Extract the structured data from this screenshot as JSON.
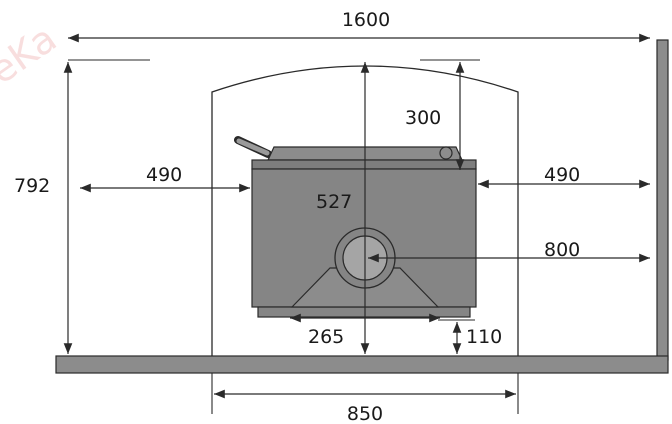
{
  "watermark": "eKa",
  "dimensions": {
    "overall_width": "1600",
    "overall_height": "792",
    "arch_gap": "300",
    "left_clearance": "490",
    "right_clearance": "490",
    "niche_height": "527",
    "flue_height": "800",
    "stove_depth": "265",
    "floor_clearance": "110",
    "niche_width": "850"
  },
  "colors": {
    "wall": "#8c8c8c",
    "stove": "#858585",
    "line": "#2a2a2a"
  }
}
